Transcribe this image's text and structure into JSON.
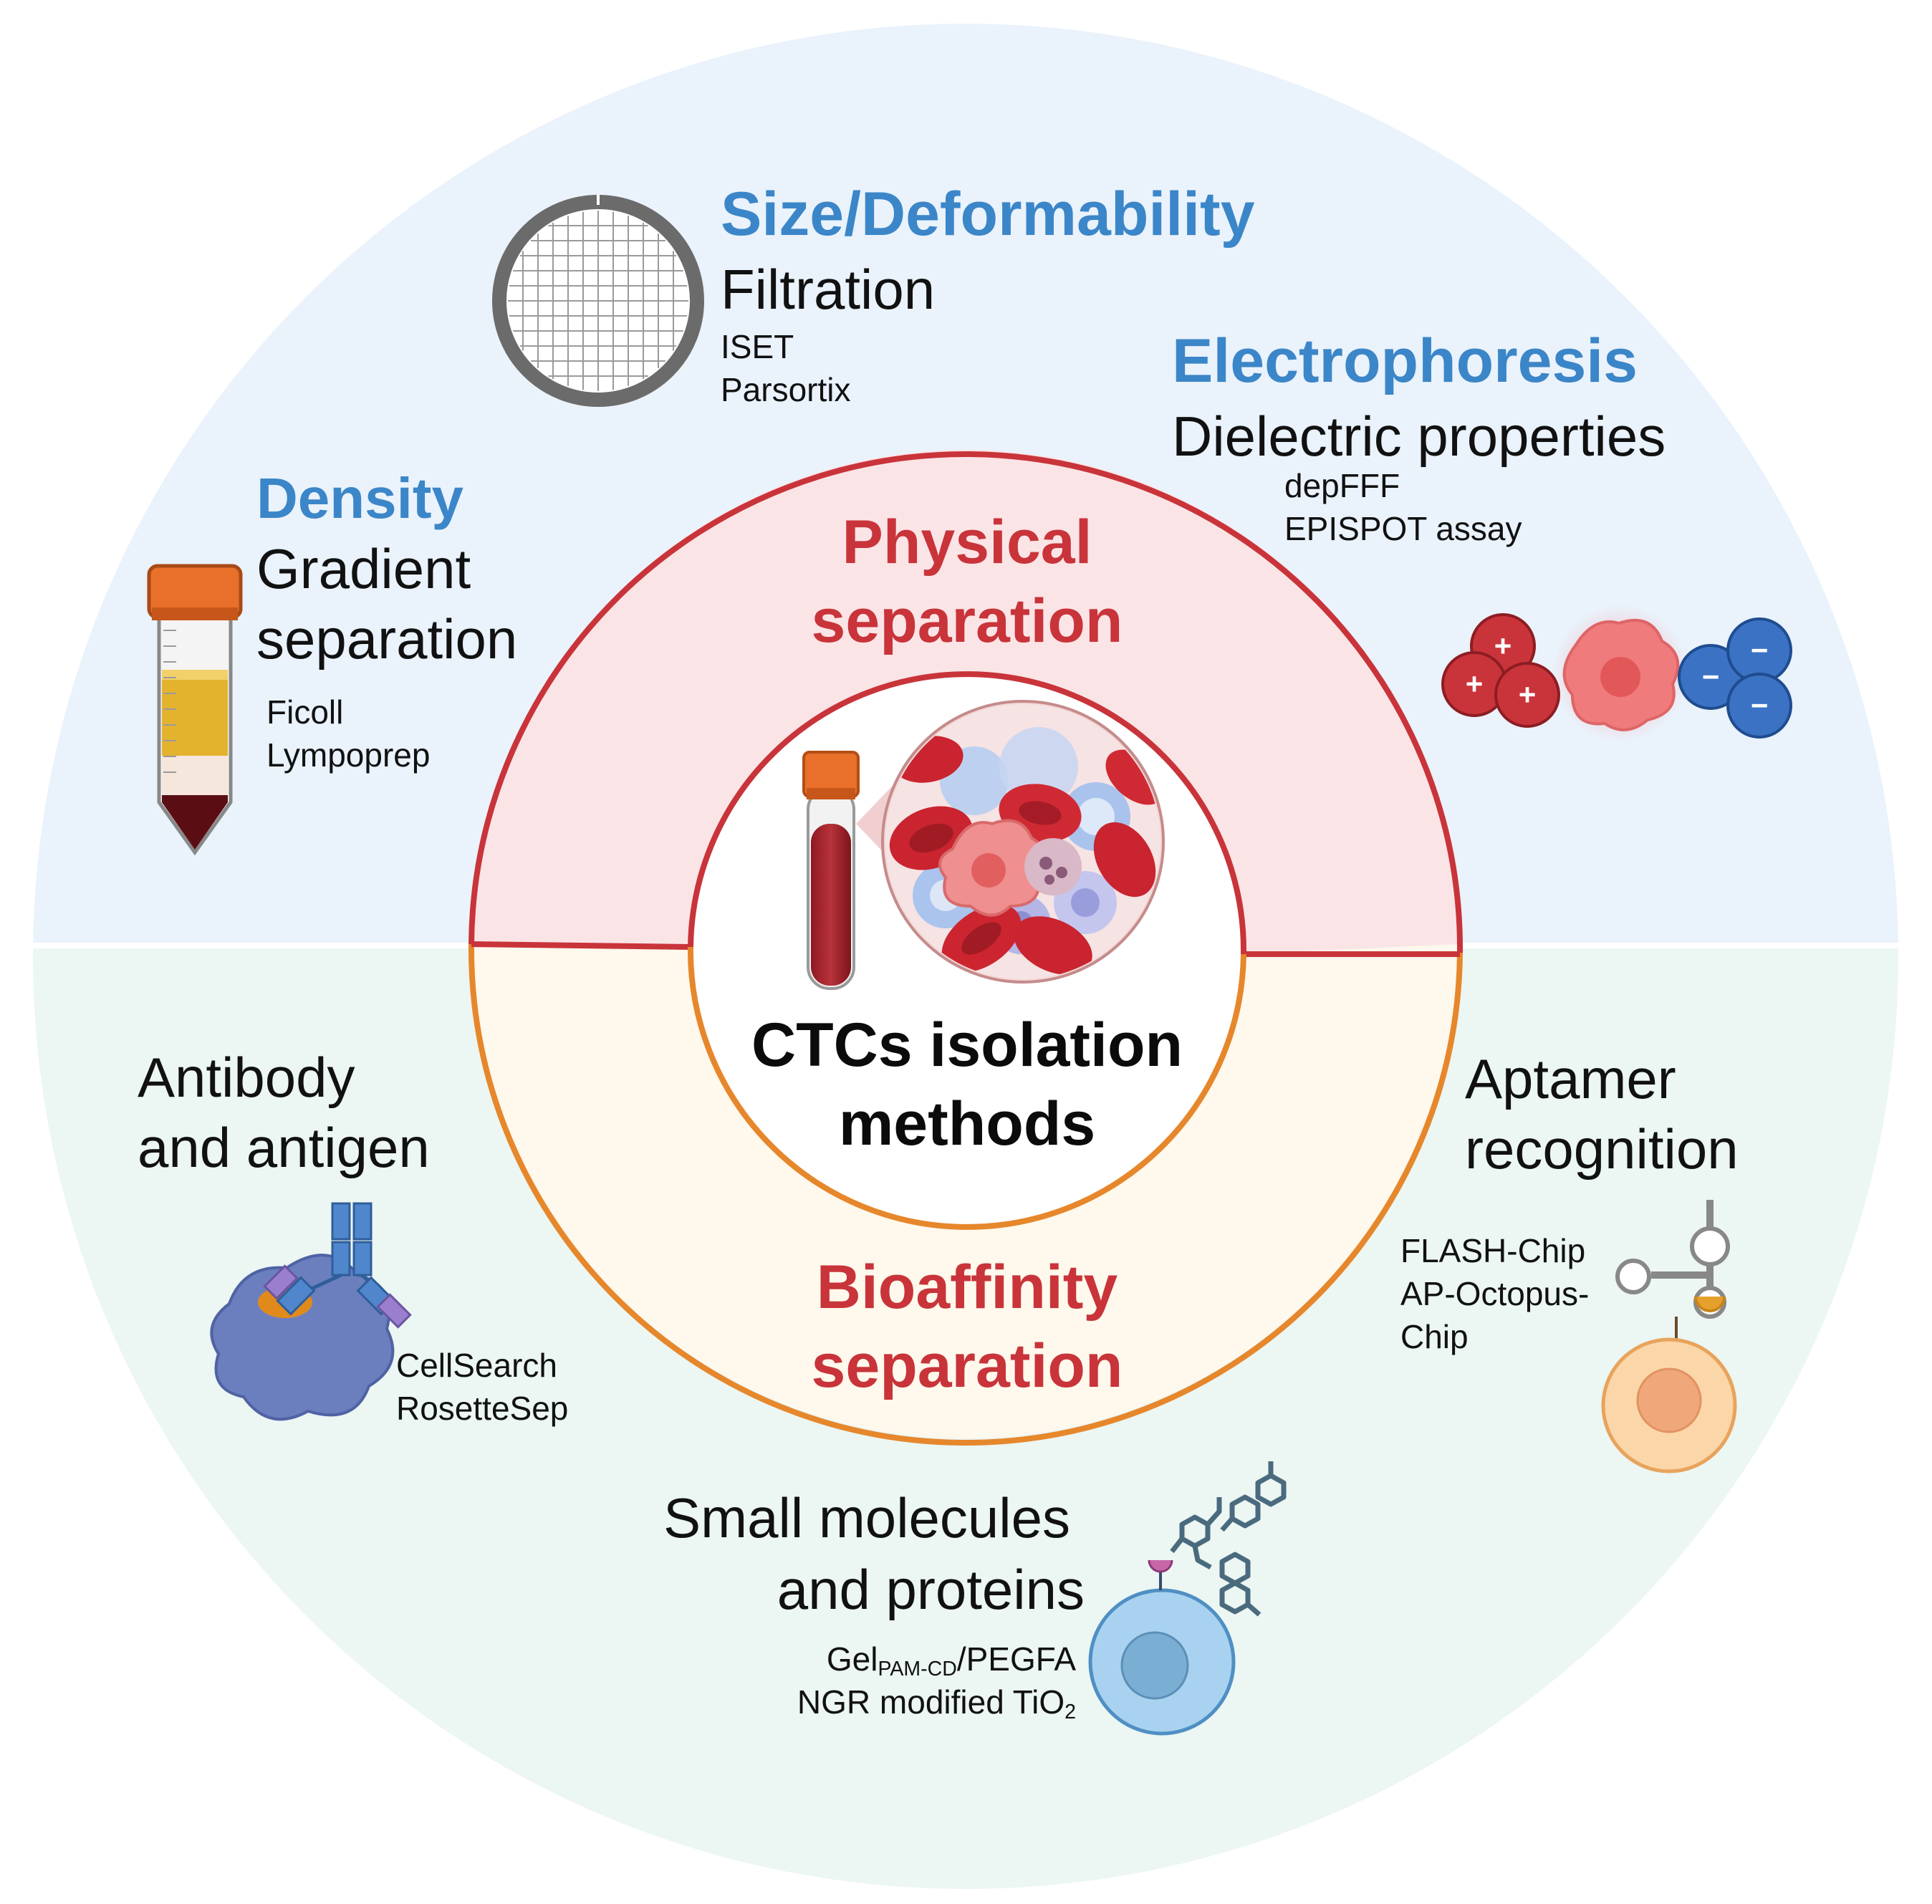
{
  "center": {
    "line1": "CTCs isolation",
    "line2": "methods"
  },
  "ring": {
    "physical": {
      "line1": "Physical",
      "line2": "separation"
    },
    "bioaffinity": {
      "line1": "Bioaffinity",
      "line2": "separation"
    }
  },
  "categories": {
    "size": {
      "heading": "Size/Deformability",
      "method": "Filtration",
      "examples": [
        "ISET",
        "Parsortix"
      ]
    },
    "electrophoresis": {
      "heading": "Electrophoresis",
      "method": "Dielectric properties",
      "examples": [
        "depFFF",
        "EPISPOT assay"
      ]
    },
    "density": {
      "heading": "Density",
      "method_line1": "Gradient",
      "method_line2": "separation",
      "examples": [
        "Ficoll",
        "Lympoprep"
      ]
    },
    "antibody": {
      "line1": "Antibody",
      "line2": "and antigen",
      "examples": [
        "CellSearch",
        "RosetteSep"
      ]
    },
    "aptamer": {
      "line1": "Aptamer",
      "line2": "recognition",
      "examples": [
        "FLASH-Chip",
        "AP-Octopus-",
        "Chip"
      ]
    },
    "small_molecules": {
      "line1": "Small molecules",
      "line2": "and proteins",
      "ex1_base": "Gel",
      "ex1_sub": "PAM-CD",
      "ex1_rest": "/PEGFA",
      "ex2_base": "NGR modified TiO",
      "ex2_sub": "2"
    }
  },
  "charges": {
    "plus": "+",
    "minus": "−"
  },
  "colors": {
    "top_background": "#eaf2fb",
    "bottom_background": "#ecf6f2",
    "physical_ring": "#c8343a",
    "physical_fill": "#fbe4e6",
    "bioaffinity_ring": "#e6872c",
    "bioaffinity_fill": "#fff8ec",
    "heading_blue": "#3b86c8"
  },
  "icons": [
    "filter-mesh-icon",
    "centrifuge-tube-icon",
    "blood-tube-icon",
    "blood-cells-icon",
    "charged-particles-icon",
    "antibody-antigen-icon",
    "aptamer-cell-icon",
    "small-molecule-cell-icon"
  ]
}
